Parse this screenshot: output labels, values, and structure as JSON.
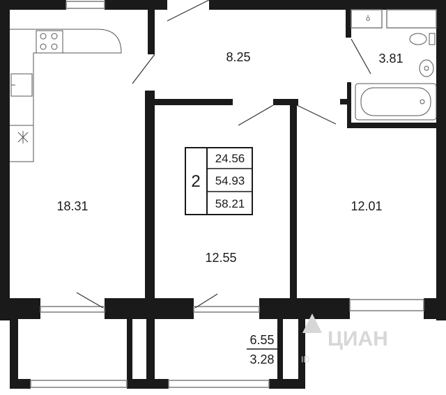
{
  "plan": {
    "rooms": [
      {
        "id": "hall",
        "area": "8.25"
      },
      {
        "id": "bathroom",
        "area": "3.81"
      },
      {
        "id": "kitchen",
        "area": "18.31"
      },
      {
        "id": "bedroom_center",
        "area": "12.55"
      },
      {
        "id": "bedroom_right",
        "area": "12.01"
      }
    ],
    "legend": {
      "rooms_count": "2",
      "living_area": "24.56",
      "total_area": "54.93",
      "total_area_with_balcony": "58.21"
    },
    "balcony": {
      "area_full": "6.55",
      "area_reduced": "3.28"
    },
    "watermark": {
      "brand": "ЦИАН",
      "sub": "ID"
    },
    "colors": {
      "wall": "#1a1a1a",
      "window": "#7d7d7d",
      "fixture": "#555555",
      "background": "#ffffff",
      "watermark": "#d7d7d7"
    }
  }
}
